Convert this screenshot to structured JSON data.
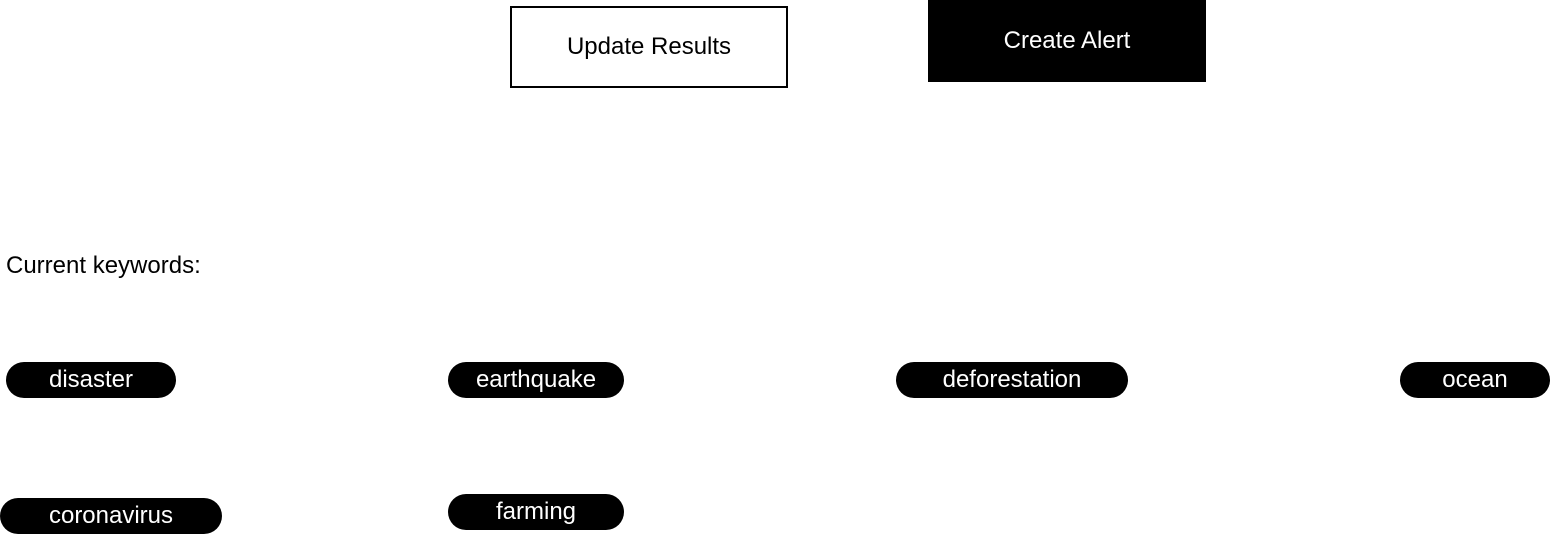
{
  "actions": {
    "update_label": "Update Results",
    "alert_label": "Create Alert"
  },
  "keywords": {
    "heading": "Current keywords:",
    "items": [
      "disaster",
      "earthquake",
      "deforestation",
      "ocean",
      "coronavirus",
      "farming"
    ]
  }
}
